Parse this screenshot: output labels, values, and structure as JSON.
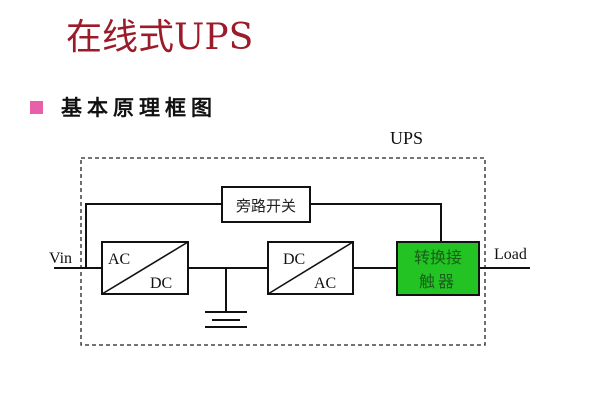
{
  "title": "在线式UPS",
  "subtitle": "基本原理框图",
  "colors": {
    "title": "#9b1b2a",
    "bullet": "#e860a8",
    "switch_fill": "#22c322",
    "switch_text": "#1a5e1a"
  },
  "diagram": {
    "boundary_label": "UPS",
    "input_label": "Vin",
    "output_label": "Load",
    "bypass_switch": "旁路开关",
    "rectifier": {
      "top": "AC",
      "bottom": "DC"
    },
    "inverter": {
      "top": "DC",
      "bottom": "AC"
    },
    "transfer_switch": {
      "line1": "转换接",
      "line2": "触器"
    },
    "ground": "ground-symbol"
  }
}
